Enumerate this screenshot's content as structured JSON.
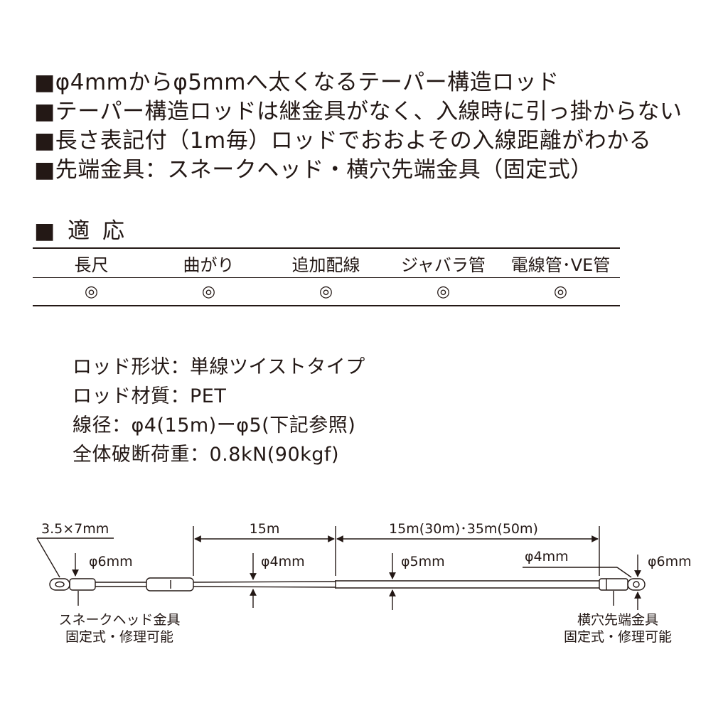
{
  "features": [
    "■φ4mmからφ5mmへ太くなるテーパー構造ロッド",
    "■テーパー構造ロッドは継金具がなく、入線時に引っ掛からない",
    "■長さ表記付（1m毎）ロッドでおおよその入線距離がわかる",
    "■先端金具：スネークヘッド・横穴先端金具（固定式）"
  ],
  "compat": {
    "title": "■ 適 応",
    "headers": [
      "長尺",
      "曲がり",
      "追加配線",
      "ジャバラ管",
      "電線管･VE管"
    ],
    "values": [
      "◎",
      "◎",
      "◎",
      "◎",
      "◎"
    ]
  },
  "specs": [
    "ロッド形状：単線ツイストタイプ",
    "ロッド材質：PET",
    "線径：φ4(15m)ーφ5(下記参照)",
    "全体破断荷重：0.8kN(90kgf)"
  ],
  "diagram": {
    "hole_size": "3.5×7mm",
    "left_head_dia": "φ6mm",
    "seg1_length": "15m",
    "seg1_dia": "φ4mm",
    "seg2_length": "15m(30m)･35m(50m)",
    "seg2_dia": "φ5mm",
    "tip_dia": "φ4mm",
    "right_head_dia": "φ6mm",
    "left_fitting": [
      "スネークヘッド金具",
      "固定式・修理可能"
    ],
    "right_fitting": [
      "横穴先端金具",
      "固定式・修理可能"
    ]
  }
}
